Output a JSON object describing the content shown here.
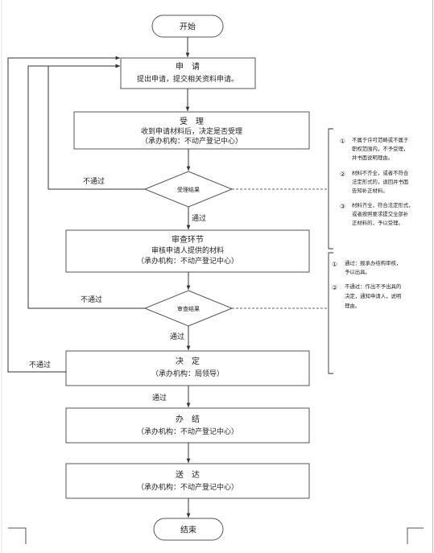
{
  "start": {
    "label": "开始"
  },
  "end": {
    "label": "结束"
  },
  "steps": [
    {
      "title": "申　请",
      "lines": [
        "提出申请，提交相关资料申请。"
      ]
    },
    {
      "title": "受　理",
      "lines": [
        "收到申请材料后，决定是否受理",
        "（承办机构：不动产登记中心）"
      ]
    },
    {
      "title": "审查环节",
      "lines": [
        "审核申请人提供的材料",
        "（承办机构：不动产登记中心）"
      ]
    },
    {
      "title": "决　定",
      "lines": [
        "（承办机构：局领导）"
      ]
    },
    {
      "title": "办　结",
      "lines": [
        "（承办机构：不动产登记中心）"
      ]
    },
    {
      "title": "送　达",
      "lines": [
        "（承办机构：不动产登记中心）"
      ]
    }
  ],
  "decisions": [
    {
      "label": "受理结果"
    },
    {
      "label": "审查结果"
    }
  ],
  "edge_labels": {
    "fail_1": "不通过",
    "fail_2": "不通过",
    "fail_3": "不通过",
    "pass_1": "通过",
    "pass_2": "通过",
    "pass_3": "通过"
  },
  "notes": [
    {
      "items": [
        {
          "num": "①",
          "lines": [
            "不属于许可范畴或不属于",
            "职权范围内，不予受理，",
            "并书面说明理由。"
          ]
        },
        {
          "num": "②",
          "lines": [
            "材料不齐全，或者不符合",
            "法定形式的，退回并书面",
            "告知补正材料。"
          ]
        },
        {
          "num": "③",
          "lines": [
            "材料齐全，符合法定形式，",
            "或者按照要求提交全部补",
            "正材料的，予以受理。"
          ]
        }
      ]
    },
    {
      "items": [
        {
          "num": "①",
          "lines": [
            "通过：报承办结构审核，",
            "予以出具。"
          ]
        },
        {
          "num": "②",
          "lines": [
            "不通过：作出不予出具的",
            "决定，通知申请人，说明",
            "理由。"
          ]
        }
      ]
    }
  ]
}
